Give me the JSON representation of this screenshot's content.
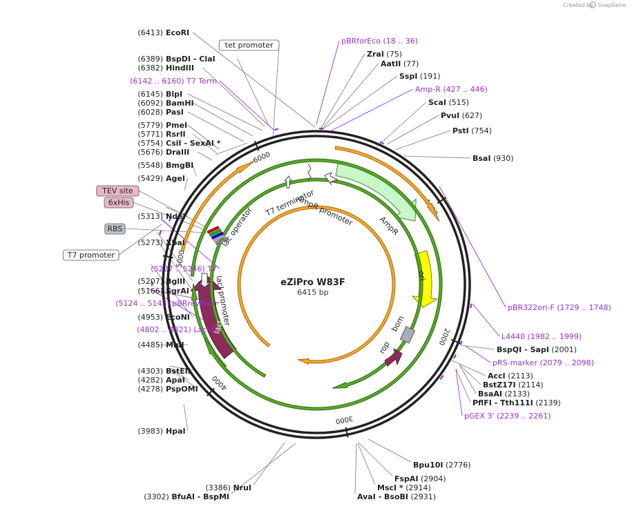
{
  "plasmid": {
    "name": "eZiPro W83F",
    "length": 6415,
    "length_label": "6415 bp"
  },
  "credit": {
    "text": "Created by",
    "brand": "SnapGene"
  },
  "ruler": [
    {
      "pos": 1000,
      "label": "1000"
    },
    {
      "pos": 2000,
      "label": "2000"
    },
    {
      "pos": 3000,
      "label": "3000"
    },
    {
      "pos": 4000,
      "label": "4000"
    },
    {
      "pos": 5000,
      "label": "5000"
    },
    {
      "pos": 6000,
      "label": "6000"
    }
  ],
  "sites": [
    {
      "pos": "(6413)",
      "name": "EcoRI"
    },
    {
      "box": "tet promoter"
    },
    {
      "pos": "(6389)",
      "name": "BspDI",
      "name2": "ClaI"
    },
    {
      "pos": "(6382)",
      "name": "HindIII"
    },
    {
      "primer": "(6142 .. 6160)  T7 Term"
    },
    {
      "pos": "(6145)",
      "name": "BlpI"
    },
    {
      "pos": "(6092)",
      "name": "BamHI"
    },
    {
      "pos": "(6028)",
      "name": "PasI"
    },
    {
      "pos": "(5779)",
      "name": "PmeI"
    },
    {
      "pos": "(5771)",
      "name": "RsrII"
    },
    {
      "pos": "(5754)",
      "name": "CsiI",
      "name2": "SexAI *"
    },
    {
      "pos": "(5676)",
      "name": "DraIII"
    },
    {
      "pos": "(5548)",
      "name": "BmgBI"
    },
    {
      "pos": "(5429)",
      "name": "AgeI"
    },
    {
      "box": "TEV site"
    },
    {
      "box": "6xHis"
    },
    {
      "pos": "(5313)",
      "name": "NdeI"
    },
    {
      "box": "RBS"
    },
    {
      "pos": "(5273)",
      "name": "XbaI"
    },
    {
      "box": "T7 promoter"
    },
    {
      "primer": "(5227 .. 5246)  T7"
    },
    {
      "pos": "(5207)",
      "name": "BglII"
    },
    {
      "pos": "(5166)",
      "name": "SgrAI"
    },
    {
      "primer": "(5124 .. 5143)  pBRrevBam"
    },
    {
      "pos": "(4953)",
      "name": "EcoNI"
    },
    {
      "primer": "(4802 .. 4821)  LacI-R"
    },
    {
      "pos": "(4485)",
      "name": "MluI"
    },
    {
      "pos": "(4303)",
      "name": "BstEII"
    },
    {
      "pos": "(4282)",
      "name": "ApaI"
    },
    {
      "pos": "(4278)",
      "name": "PspOMI"
    },
    {
      "pos": "(3983)",
      "name": "HpaI"
    },
    {
      "pos": "(3386)",
      "name": "NruI"
    },
    {
      "pos": "(3302)",
      "name": "BfuAI",
      "name2": "BspMI"
    },
    {
      "primer": "pBRforEco    (18 .. 36)"
    },
    {
      "name": "ZraI",
      "pos": "(75)"
    },
    {
      "name": "AatII",
      "pos": "(77)"
    },
    {
      "name": "SspI",
      "pos": "(191)"
    },
    {
      "primer": "Amp-R    (427 .. 446)"
    },
    {
      "name": "ScaI",
      "pos": "(515)"
    },
    {
      "name": "PvuI",
      "pos": "(627)"
    },
    {
      "name": "PstI",
      "pos": "(754)"
    },
    {
      "name": "BsaI",
      "pos": "(930)"
    },
    {
      "primer": "pBR322ori-F    (1729 .. 1748)"
    },
    {
      "primer": "L4440    (1982 .. 1999)"
    },
    {
      "name": "BspQI",
      "name2": "SapI",
      "pos": "(2001)"
    },
    {
      "primer": "pRS-marker    (2079 .. 2098)"
    },
    {
      "name": "AccI",
      "pos": "(2113)"
    },
    {
      "name": "BstZ17I",
      "pos": "(2114)"
    },
    {
      "name": "BsaAI",
      "pos": "(2133)"
    },
    {
      "name": "PflFI",
      "name2": "Tth111I",
      "pos": "(2139)"
    },
    {
      "primer": "pGEX 3'    (2239 .. 2261)"
    },
    {
      "name": "Bpu10I",
      "pos": "(2776)"
    },
    {
      "name": "FspAI",
      "pos": "(2904)"
    },
    {
      "name": "MscI *",
      "pos": "(2914)"
    },
    {
      "name": "AvaI",
      "name2": "BsoBI",
      "pos": "(2931)"
    }
  ],
  "features": [
    {
      "label": "AmpR promoter"
    },
    {
      "label": "AmpR"
    },
    {
      "label": "ori"
    },
    {
      "label": "bom"
    },
    {
      "label": "rop"
    },
    {
      "label": "lacI"
    },
    {
      "label": "lacI promoter"
    },
    {
      "label": "lac operator"
    },
    {
      "label": "T7 terminator"
    }
  ],
  "colors": {
    "ampr": "#c8f7c8",
    "ori": "#ffff00",
    "laci": "#8b2c5c",
    "orange": "#f0a830",
    "green": "#5aa82a",
    "primer": "#9b30d0",
    "box_pink": "#e8b8c8",
    "box_gray": "#bfc3c8"
  }
}
